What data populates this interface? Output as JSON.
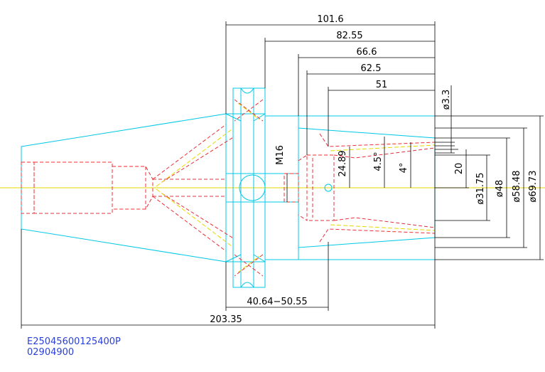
{
  "dimensions": {
    "d101_6": "101.6",
    "d82_55": "82.55",
    "d66_6": "66.6",
    "d62_5": "62.5",
    "d51": "51",
    "phi3_3": "ø3.3",
    "m16": "M16",
    "d24_89": "24.89",
    "ang4_5": "4.5°",
    "ang4": "4°",
    "d20": "20",
    "phi31_75": "ø31.75",
    "phi48": "ø48",
    "phi58_48": "ø58.48",
    "phi69_73": "ø69.73",
    "d40_64_50_55": "40.64−50.55",
    "d203_35": "203.35"
  },
  "codes": {
    "line1": "E25045600125400P",
    "line2": "02904900"
  },
  "colors": {
    "part": "#00c8e6",
    "hidden": "#e8303a",
    "center": "#e6d800",
    "dimension": "#000000",
    "code": "#2a3fd6"
  }
}
